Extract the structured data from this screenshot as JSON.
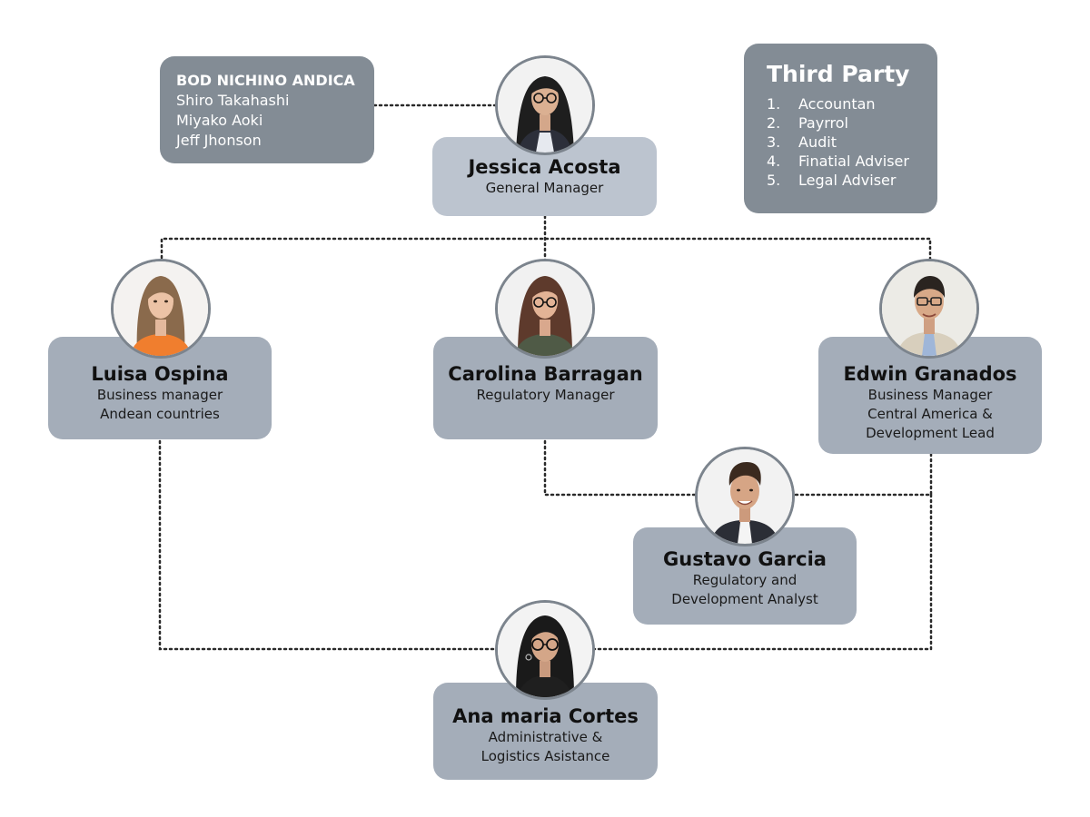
{
  "board": {
    "title": "BOD NICHINO ANDICA",
    "members": [
      "Shiro Takahashi",
      "Miyako Aoki",
      "Jeff Jhonson"
    ]
  },
  "third_party": {
    "title": "Third Party",
    "items": [
      {
        "num": "1.",
        "label": "Accountan"
      },
      {
        "num": "2.",
        "label": "Payrrol"
      },
      {
        "num": "3.",
        "label": "Audit"
      },
      {
        "num": "4.",
        "label": "Finatial Adviser"
      },
      {
        "num": "5.",
        "label": "Legal Adviser"
      }
    ]
  },
  "people": {
    "jessica": {
      "name": "Jessica Acosta",
      "role": [
        "General Manager"
      ]
    },
    "luisa": {
      "name": "Luisa Ospina",
      "role": [
        "Business manager",
        "Andean countries"
      ]
    },
    "carolina": {
      "name": "Carolina Barragan",
      "role": [
        "Regulatory Manager"
      ]
    },
    "edwin": {
      "name": "Edwin Granados",
      "role": [
        "Business Manager",
        "Central America &",
        "Development Lead"
      ]
    },
    "gustavo": {
      "name": "Gustavo Garcia",
      "role": [
        "Regulatory and",
        "Development Analyst"
      ]
    },
    "ana": {
      "name": "Ana maria Cortes",
      "role": [
        "Administrative &",
        "Logistics Asistance"
      ]
    }
  },
  "colors": {
    "card_light": "#bcc4cf",
    "card_mid": "#a4adb9",
    "box_dark": "#838c95",
    "avatar_ring": "#7c848d"
  }
}
